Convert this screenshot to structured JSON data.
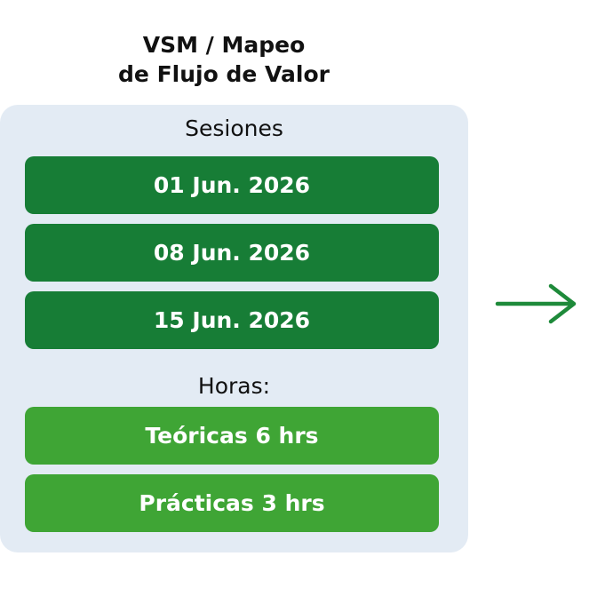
{
  "title": {
    "line1": "VSM / Mapeo",
    "line2": "de Flujo de Valor"
  },
  "sessions": {
    "label": "Sesiones",
    "dates": [
      "01 Jun. 2026",
      "08 Jun. 2026",
      "15 Jun. 2026"
    ]
  },
  "hours": {
    "label": "Horas:",
    "items": [
      "Teóricas 6 hrs",
      "Prácticas 3 hrs"
    ]
  },
  "colors": {
    "panel": "#e3ebf4",
    "session": "#177d36",
    "hours": "#3fa535",
    "arrow": "#1e8a3a"
  },
  "icons": {
    "next": "arrow-right-icon"
  }
}
